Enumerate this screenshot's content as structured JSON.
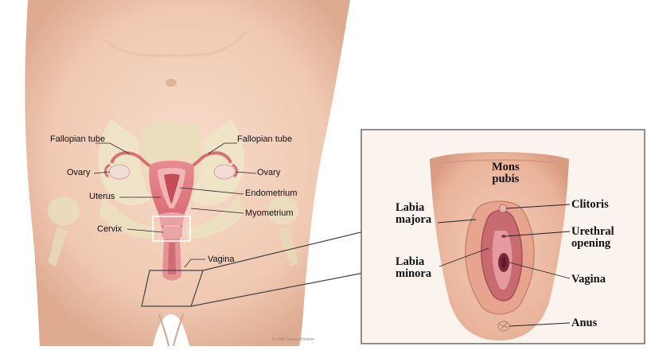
{
  "left_panel": {
    "labels": {
      "fallopian_left": "Fallopian tube",
      "fallopian_right": "Fallopian tube",
      "ovary_left": "Ovary",
      "ovary_right": "Ovary",
      "uterus": "Uterus",
      "endometrium": "Endometrium",
      "myometrium": "Myometrium",
      "cervix": "Cervix",
      "vagina": "Vagina"
    },
    "copyright": "© 2006 Terese Winslow"
  },
  "inset": {
    "labels": {
      "mons_pubis": "Mons\npubis",
      "labia_majora": "Labia\nmajora",
      "labia_minora": "Labia\nminora",
      "clitoris": "Clitoris",
      "urethral_opening": "Urethral\nopening",
      "vagina": "Vagina",
      "anus": "Anus"
    }
  },
  "colors": {
    "skin": "#f3d2bd",
    "skin_shadow": "#e2b39b",
    "bone": "#eee6c8",
    "organ": "#d9747c",
    "organ_light": "#f1b6b4",
    "inset_border": "#555555",
    "inset_bg": "#fbeee6"
  }
}
